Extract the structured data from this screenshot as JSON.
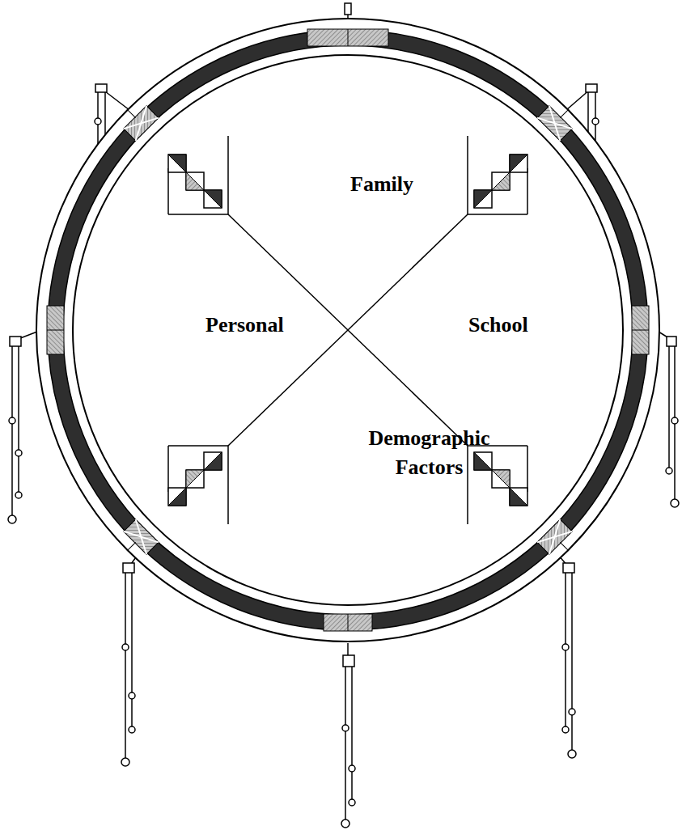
{
  "diagram": {
    "labels": [
      "Family",
      "Personal",
      "School",
      "Demographic Factors"
    ]
  }
}
